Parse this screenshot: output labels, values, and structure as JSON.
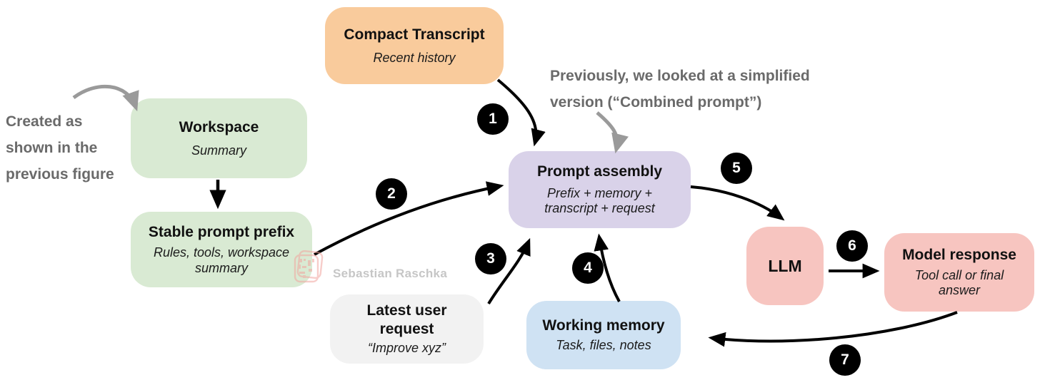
{
  "figure": {
    "type": "flow-diagram",
    "description": "Agent prompt assembly loop diagram"
  },
  "nodes": [
    {
      "id": "compact-transcript",
      "title": "Compact Transcript",
      "subtitle": "Recent history",
      "fill": "#F9CB9C"
    },
    {
      "id": "workspace",
      "title": "Workspace",
      "subtitle": "Summary",
      "fill": "#D9EAD3"
    },
    {
      "id": "stable-prompt-prefix",
      "title": "Stable prompt prefix",
      "subtitle": "Rules, tools, workspace summary",
      "fill": "#D9EAD3"
    },
    {
      "id": "prompt-assembly",
      "title": "Prompt assembly",
      "subtitle": "Prefix + memory + transcript + request",
      "fill": "#D9D2E9"
    },
    {
      "id": "llm",
      "title": "LLM",
      "subtitle": "",
      "fill": "#F7C5C0"
    },
    {
      "id": "model-response",
      "title": "Model response",
      "subtitle": "Tool call or final answer",
      "fill": "#F7C5C0"
    },
    {
      "id": "latest-user-request",
      "title": "Latest user request",
      "subtitle": "“Improve xyz”",
      "fill": "#F2F2F2"
    },
    {
      "id": "working-memory",
      "title": "Working memory",
      "subtitle": "Task, files, notes",
      "fill": "#CFE2F3"
    }
  ],
  "steps": [
    "1",
    "2",
    "3",
    "4",
    "5",
    "6",
    "7"
  ],
  "annotations": {
    "created_as": {
      "lines": [
        "Created as",
        "shown in the",
        "previous figure"
      ]
    },
    "previously": {
      "lines": [
        "Previously, we looked at a simplified",
        "version (“Combined prompt”)"
      ]
    }
  },
  "watermark": {
    "text": "Sebastian Raschka"
  },
  "colors": {
    "arrow_black": "#000000",
    "arrow_gray": "#9a9a9a",
    "annotation_gray": "#6a6a6a",
    "watermark_gray": "#bdbdbd",
    "watermark_logo": "#f0a59e"
  }
}
